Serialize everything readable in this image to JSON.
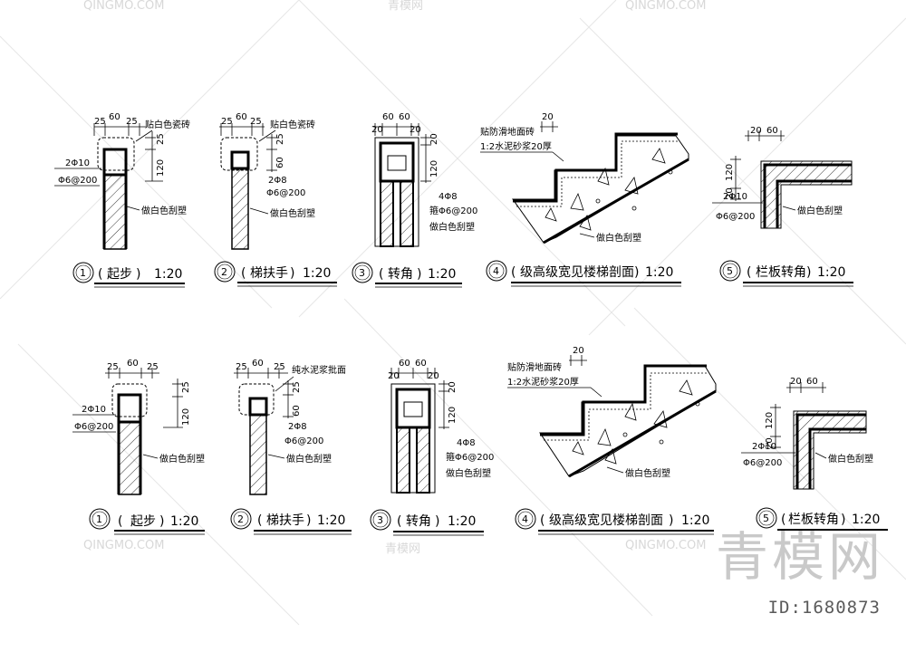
{
  "sheet": {
    "watermark_text": "QINGMO.COM",
    "watermark_cn": "青模网",
    "brand": "青模网",
    "drawing_id": "ID:1680873"
  },
  "row1": [
    {
      "num": "1",
      "title_pre": "(",
      "title_name": "起步",
      ")": ")",
      "title_post": ")",
      "scale": "1:20",
      "dims": [
        "25",
        "60",
        "25"
      ],
      "vdims": [
        "25",
        "120"
      ],
      "notes": [
        "贴白色瓷砖",
        "2Φ10",
        "Φ6@200",
        "做白色刮塑"
      ]
    },
    {
      "num": "2",
      "title_pre": "(",
      "title_name": "梯扶手",
      "title_post": ")",
      "scale": "1:20",
      "dims": [
        "25",
        "60",
        "25"
      ],
      "vdims": [
        "25",
        "60"
      ],
      "notes": [
        "贴白色瓷砖",
        "2Φ8",
        "Φ6@200",
        "做白色刮塑"
      ]
    },
    {
      "num": "3",
      "title_pre": "(",
      "title_name": "转角",
      "title_post": ")",
      "scale": "1:20",
      "dims": [
        "20",
        "60",
        "60",
        "20"
      ],
      "vdims": [
        "20",
        "120"
      ],
      "notes": [
        "4Φ8",
        "箍Φ6@200",
        "做白色刮塑"
      ]
    },
    {
      "num": "4",
      "title_pre": "(",
      "title_name": "级高级宽见楼梯剖面",
      "title_post": ")",
      "scale": "1:20",
      "dims": [
        "20"
      ],
      "notes": [
        "贴防滑地面砖",
        "1:2水泥砂浆20厚",
        "做白色刮塑"
      ]
    },
    {
      "num": "5",
      "title_pre": "(",
      "title_name": "栏板转角",
      "title_post": ")",
      "scale": "1:20",
      "dims": [
        "20",
        "60"
      ],
      "vdims": [
        "120",
        "20"
      ],
      "notes": [
        "2Φ10",
        "Φ6@200",
        "做白色刮塑"
      ]
    }
  ],
  "row2": [
    {
      "num": "1",
      "title_pre": "(",
      "title_name": "起步",
      "title_post": ")",
      "scale": "1:20",
      "dims": [
        "25",
        "60",
        "25"
      ],
      "vdims": [
        "25",
        "120"
      ],
      "notes": [
        "2Φ10",
        "Φ6@200",
        "做白色刮塑"
      ]
    },
    {
      "num": "2",
      "title_pre": "(",
      "title_name": "梯扶手",
      "title_post": ")",
      "scale": "1:20",
      "dims": [
        "25",
        "60",
        "25"
      ],
      "vdims": [
        "25",
        "60"
      ],
      "notes": [
        "纯水泥浆批面",
        "2Φ8",
        "Φ6@200",
        "做白色刮塑"
      ]
    },
    {
      "num": "3",
      "title_pre": "(",
      "title_name": "转角",
      "title_post": ")",
      "scale": "1:20",
      "dims": [
        "20",
        "60",
        "60",
        "20"
      ],
      "vdims": [
        "20",
        "120"
      ],
      "notes": [
        "4Φ8",
        "箍Φ6@200",
        "做白色刮塑"
      ]
    },
    {
      "num": "4",
      "title_pre": "(",
      "title_name": "级高级宽见楼梯剖面",
      "title_post": ")",
      "scale": "1:20",
      "dims": [
        "20"
      ],
      "notes": [
        "贴防滑地面砖",
        "1:2水泥砂浆20厚",
        "做白色刮塑"
      ]
    },
    {
      "num": "5",
      "title_pre": "(",
      "title_name": "栏板转角",
      "title_post": ")",
      "scale": "1:20",
      "dims": [
        "20",
        "60"
      ],
      "vdims": [
        "120",
        "20"
      ],
      "notes": [
        "2Φ10",
        "Φ6@200",
        "做白色刮塑"
      ]
    }
  ]
}
